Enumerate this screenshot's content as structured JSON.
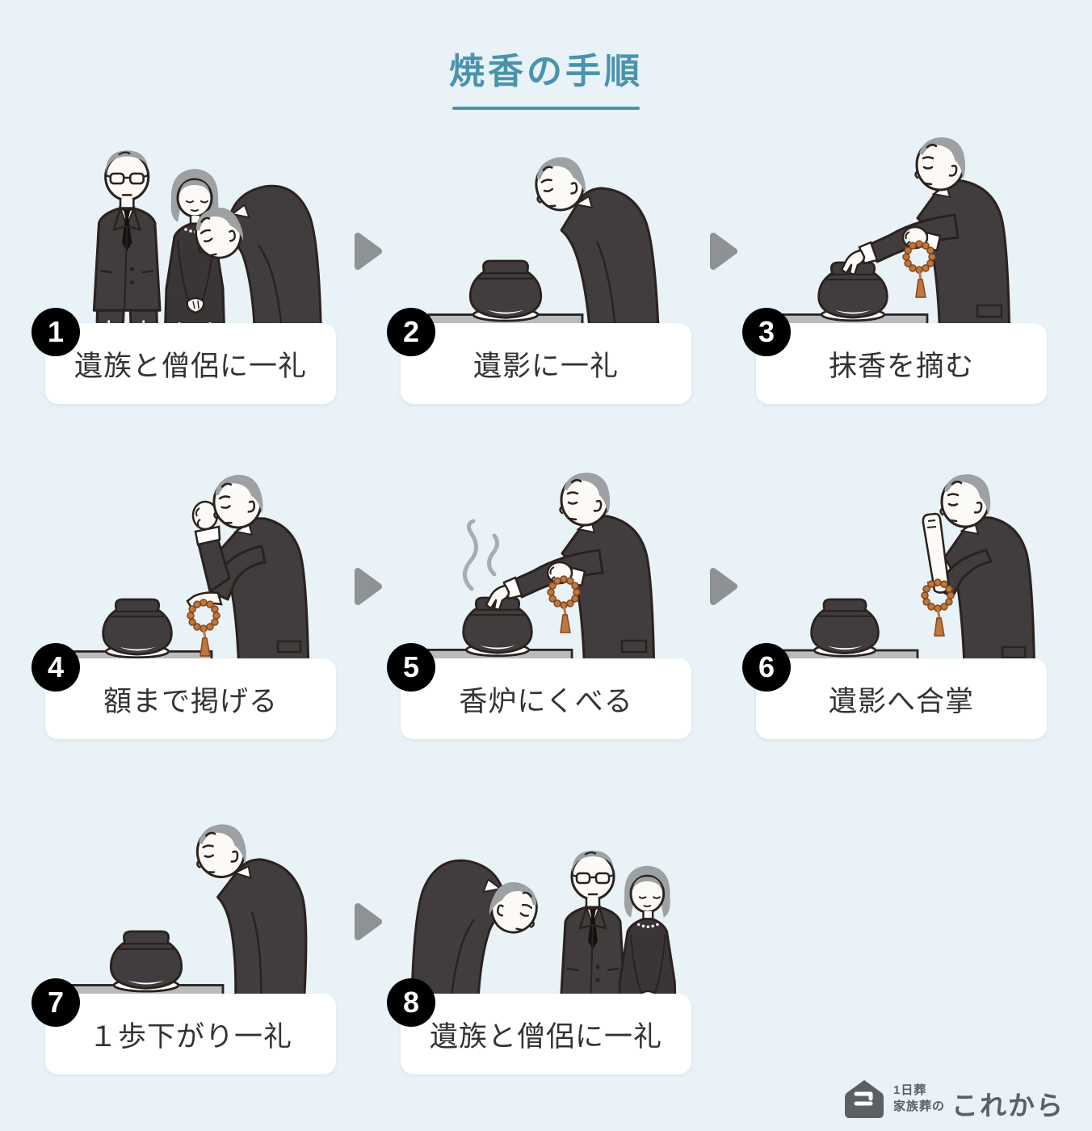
{
  "page": {
    "title": "焼香の手順",
    "background_color": "#e8f2f7",
    "accent_color": "#4a93ad"
  },
  "steps": [
    {
      "number": "1",
      "label": "遺族と僧侶に一礼",
      "illustration": "mourner-bowing-to-family-and-monk"
    },
    {
      "number": "2",
      "label": "遺影に一礼",
      "illustration": "mourner-bowing-to-portrait-at-altar"
    },
    {
      "number": "3",
      "label": "抹香を摘む",
      "illustration": "picking-pinch-of-incense-over-censer"
    },
    {
      "number": "4",
      "label": "額まで掲げる",
      "illustration": "raising-incense-to-forehead"
    },
    {
      "number": "5",
      "label": "香炉にくべる",
      "illustration": "dropping-incense-into-censer-with-smoke"
    },
    {
      "number": "6",
      "label": "遺影へ合掌",
      "illustration": "praying-with-joined-palms-toward-portrait"
    },
    {
      "number": "7",
      "label": "１歩下がり一礼",
      "illustration": "stepping-back-and-bowing-at-altar"
    },
    {
      "number": "8",
      "label": "遺族と僧侶に一礼",
      "illustration": "mourner-bowing-to-family-and-monk-mirrored"
    }
  ],
  "arrow": {
    "glyph": "right-triangle",
    "color": "#8e9294"
  },
  "logo": {
    "mark": "こ",
    "service_line1": "1日葬",
    "service_line2": "家族葬の",
    "brand": "これから",
    "color": "#5b6063"
  },
  "colors": {
    "suit": "#413d3e",
    "hair": "#9da1a4",
    "skin": "#fbfaf7",
    "outline": "#2b211d",
    "table": "#b9bcbd",
    "beads": "#c0773d",
    "label_text": "#333333",
    "badge_bg": "#000000",
    "badge_text": "#ffffff"
  }
}
